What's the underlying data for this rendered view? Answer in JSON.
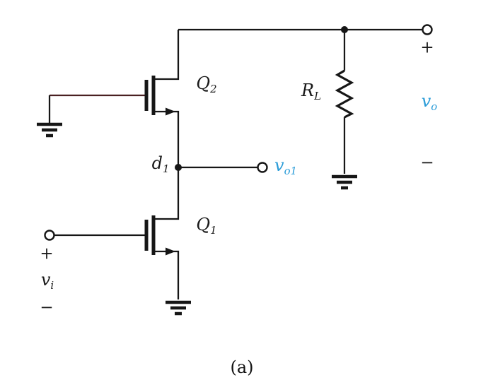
{
  "figure": {
    "caption": "(a)",
    "colors": {
      "wire": "#161616",
      "accent_blue": "#2B9CD8",
      "q2_gate_lead_tint": "#4a2022"
    }
  },
  "labels": {
    "q2": {
      "base": "Q",
      "sub": "2"
    },
    "q1": {
      "base": "Q",
      "sub": "1"
    },
    "rl": {
      "base": "R",
      "sub": "L"
    },
    "d1": {
      "base": "d",
      "sub": "1"
    },
    "vo1": {
      "base": "v",
      "sub": "o1"
    },
    "vo": {
      "base": "v",
      "sub": "o"
    },
    "vi": {
      "base": "v",
      "sub": "i"
    },
    "output_plus": "+",
    "output_minus": "−",
    "input_plus": "+",
    "input_minus": "−"
  }
}
